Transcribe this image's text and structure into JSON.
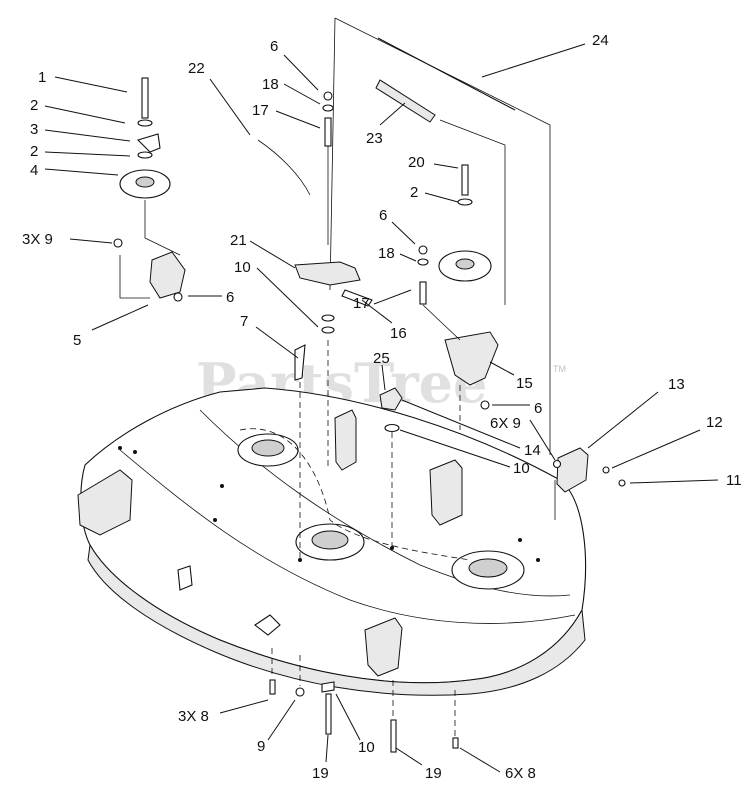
{
  "watermark": {
    "text": "PartsTree",
    "tm": "TM"
  },
  "callouts": [
    {
      "text": "1"
    },
    {
      "text": "2"
    },
    {
      "text": "3"
    },
    {
      "text": "2"
    },
    {
      "text": "4"
    },
    {
      "text": "3X 9"
    },
    {
      "text": "6"
    },
    {
      "text": "5"
    },
    {
      "text": "22"
    },
    {
      "text": "6"
    },
    {
      "text": "18"
    },
    {
      "text": "17"
    },
    {
      "text": "21"
    },
    {
      "text": "10"
    },
    {
      "text": "7"
    },
    {
      "text": "24"
    },
    {
      "text": "23"
    },
    {
      "text": "20"
    },
    {
      "text": "2"
    },
    {
      "text": "6"
    },
    {
      "text": "18"
    },
    {
      "text": "17"
    },
    {
      "text": "16"
    },
    {
      "text": "25"
    },
    {
      "text": "15"
    },
    {
      "text": "6"
    },
    {
      "text": "6X 9"
    },
    {
      "text": "14"
    },
    {
      "text": "10"
    },
    {
      "text": "13"
    },
    {
      "text": "12"
    },
    {
      "text": "11"
    },
    {
      "text": "3X 8"
    },
    {
      "text": "9"
    },
    {
      "text": "10"
    },
    {
      "text": "19"
    },
    {
      "text": "19"
    },
    {
      "text": "6X 8"
    }
  ]
}
